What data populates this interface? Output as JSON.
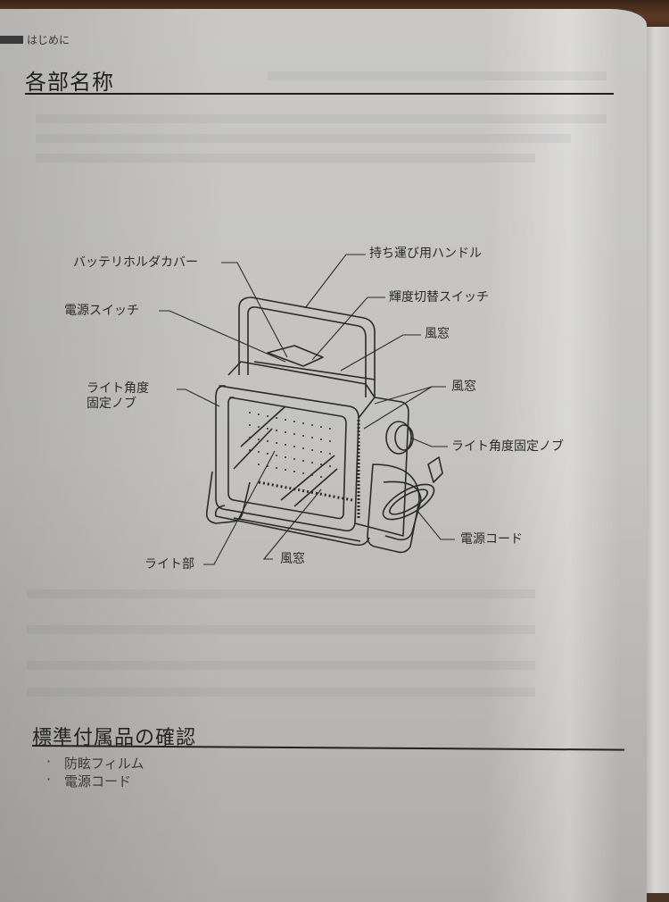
{
  "header": {
    "section_label": "はじめに"
  },
  "parts_section": {
    "title": "各部名称",
    "labels": {
      "battery_holder_cover": "バッテリホルダカバー",
      "carry_handle": "持ち運び用ハンドル",
      "power_switch": "電源スイッチ",
      "brightness_switch": "輝度切替スイッチ",
      "vent_top": "風窓",
      "vent_side": "風窓",
      "angle_knob_left_line1": "ライト角度",
      "angle_knob_left_line2": "固定ノブ",
      "angle_knob_right": "ライト角度固定ノブ",
      "power_cord": "電源コード",
      "light_unit": "ライト部",
      "vent_bottom": "風窓"
    }
  },
  "accessories_section": {
    "title": "標準付属品の確認",
    "items": [
      "防眩フィルム",
      "電源コード"
    ]
  },
  "colors": {
    "paper": "#c6c5c3",
    "ink": "#222222",
    "wood": "#4a2f1f"
  }
}
